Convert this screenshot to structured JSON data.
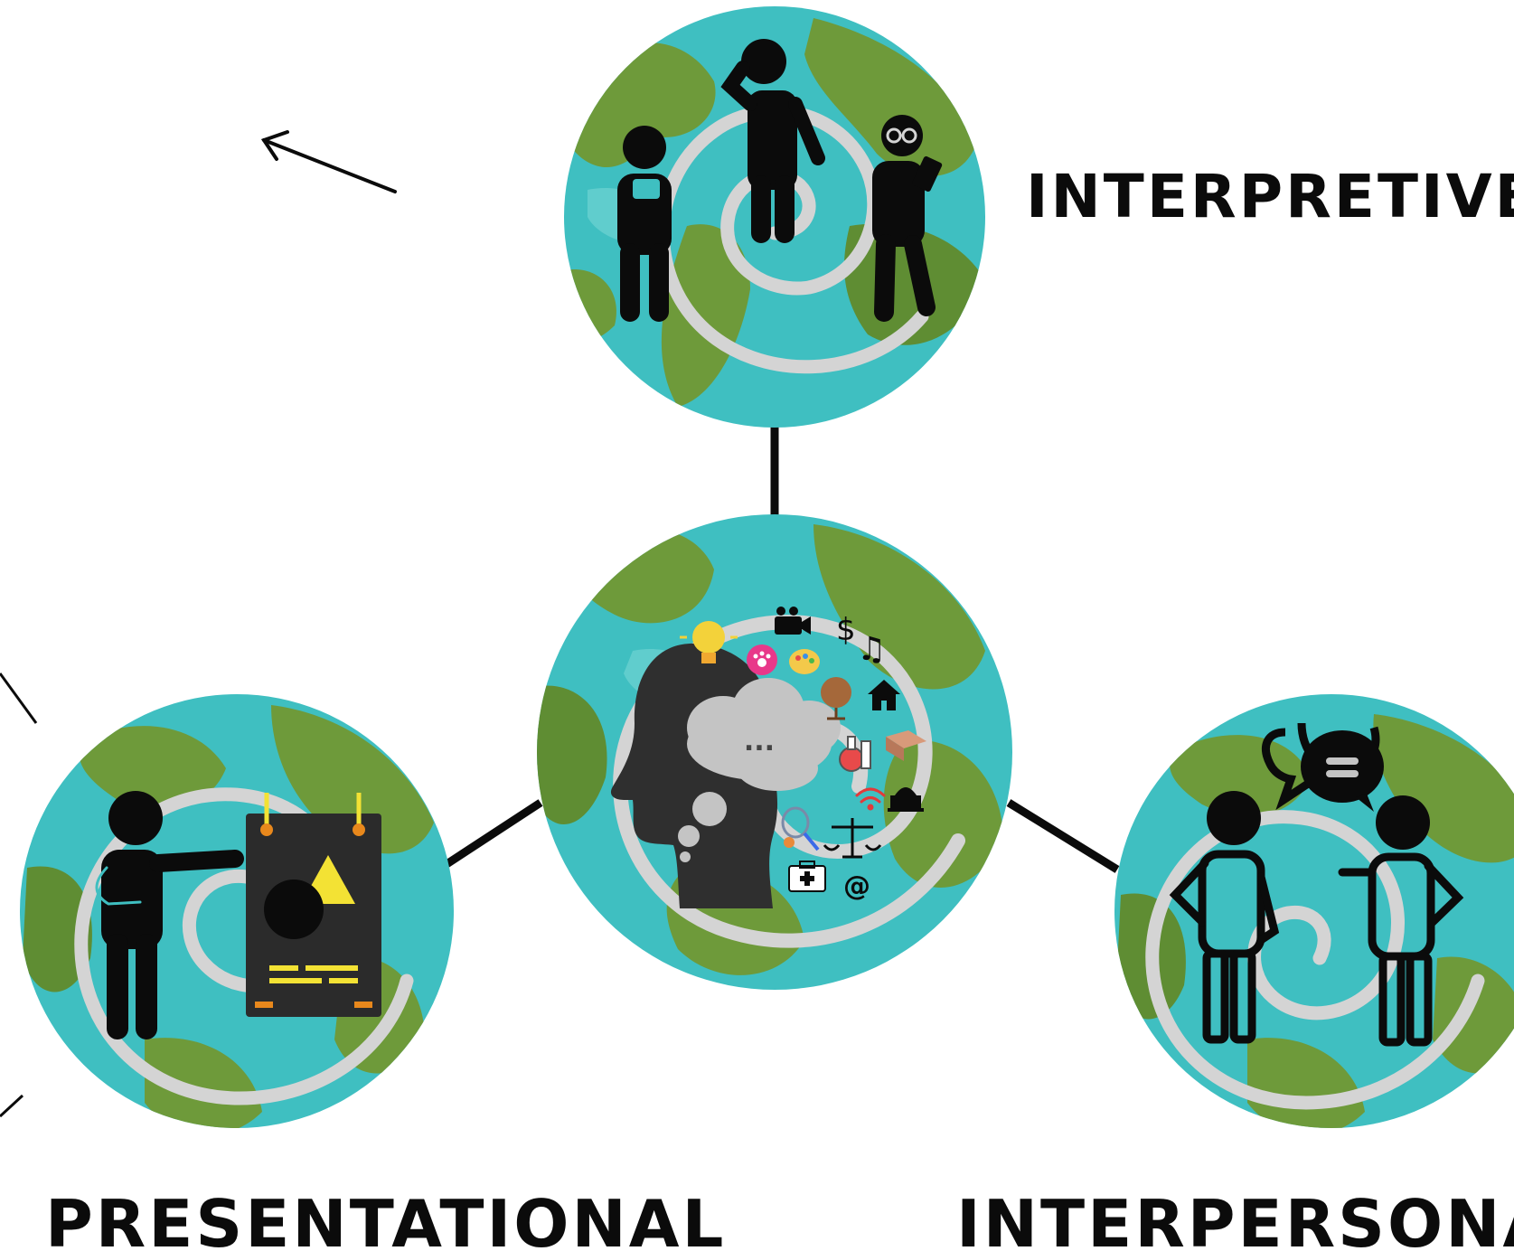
{
  "labels": {
    "interpretive": "INTERPRETIVE",
    "presentational": "PRESENTATIONAL",
    "interpersonal": "INTERPERSONAL"
  },
  "colors": {
    "ocean": "#3fbfc1",
    "ocean_light": "#6fd3d1",
    "land": "#6e9a3a",
    "land_dark": "#4f7d2e",
    "spiral": "#d4d4d4",
    "ink": "#0b0b0b",
    "head": "#2f2f2f",
    "cloud": "#c4c4c4",
    "poster": "#2b2b2b",
    "accent_yellow": "#f3e234",
    "accent_orange": "#e8881c"
  },
  "bubble": {
    "dots": "..."
  }
}
